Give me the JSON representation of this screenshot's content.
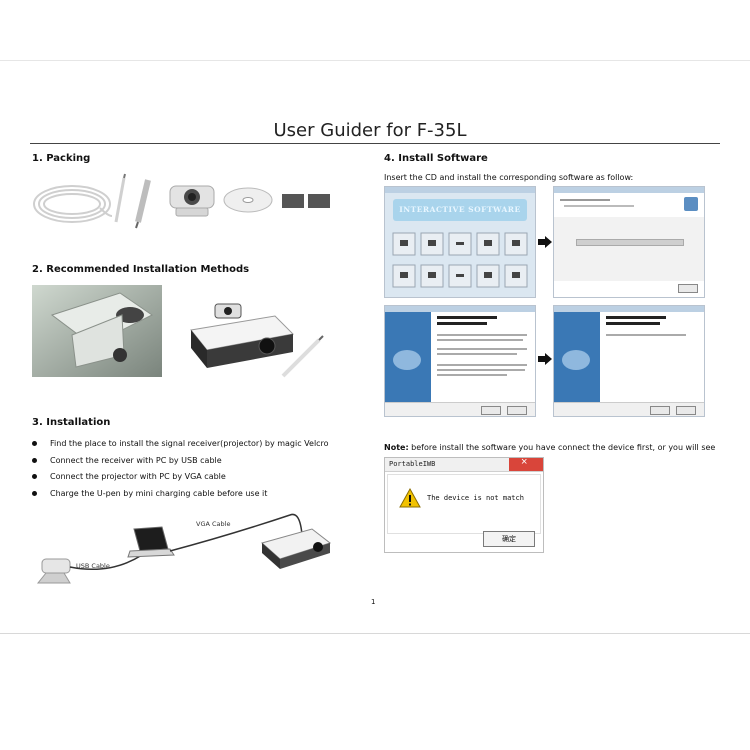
{
  "document": {
    "title": "User Guider for F-35L",
    "page_number": "1"
  },
  "sections": {
    "packing": {
      "heading": "1. Packing"
    },
    "recommended": {
      "heading": "2. Recommended Installation Methods"
    },
    "installation": {
      "heading": "3. Installation",
      "steps": [
        "Find the place to install the signal receiver(projector) by magic Velcro",
        "Connect the receiver with PC by USB cable",
        "Connect the projector with PC by VGA cable",
        "Charge the U-pen by mini charging cable before use it"
      ],
      "diagram_labels": {
        "vga": "VGA Cable",
        "usb": "USB Cable"
      }
    },
    "software": {
      "heading": "4. Install Software",
      "intro": "Insert the CD and install the corresponding software as follow:",
      "banner": "INTERACTIVE SOFTWARE",
      "note_label": "Note:",
      "note_text": " before install the software you have connect the device first, or you will see"
    }
  },
  "dialog": {
    "title": "PortableIWB",
    "message": "The device is not match",
    "ok_label": "确定"
  },
  "colors": {
    "banner_bg": "#a9d4ec",
    "wizard_side": "#3a78b5",
    "close_button": "#d9453a"
  }
}
